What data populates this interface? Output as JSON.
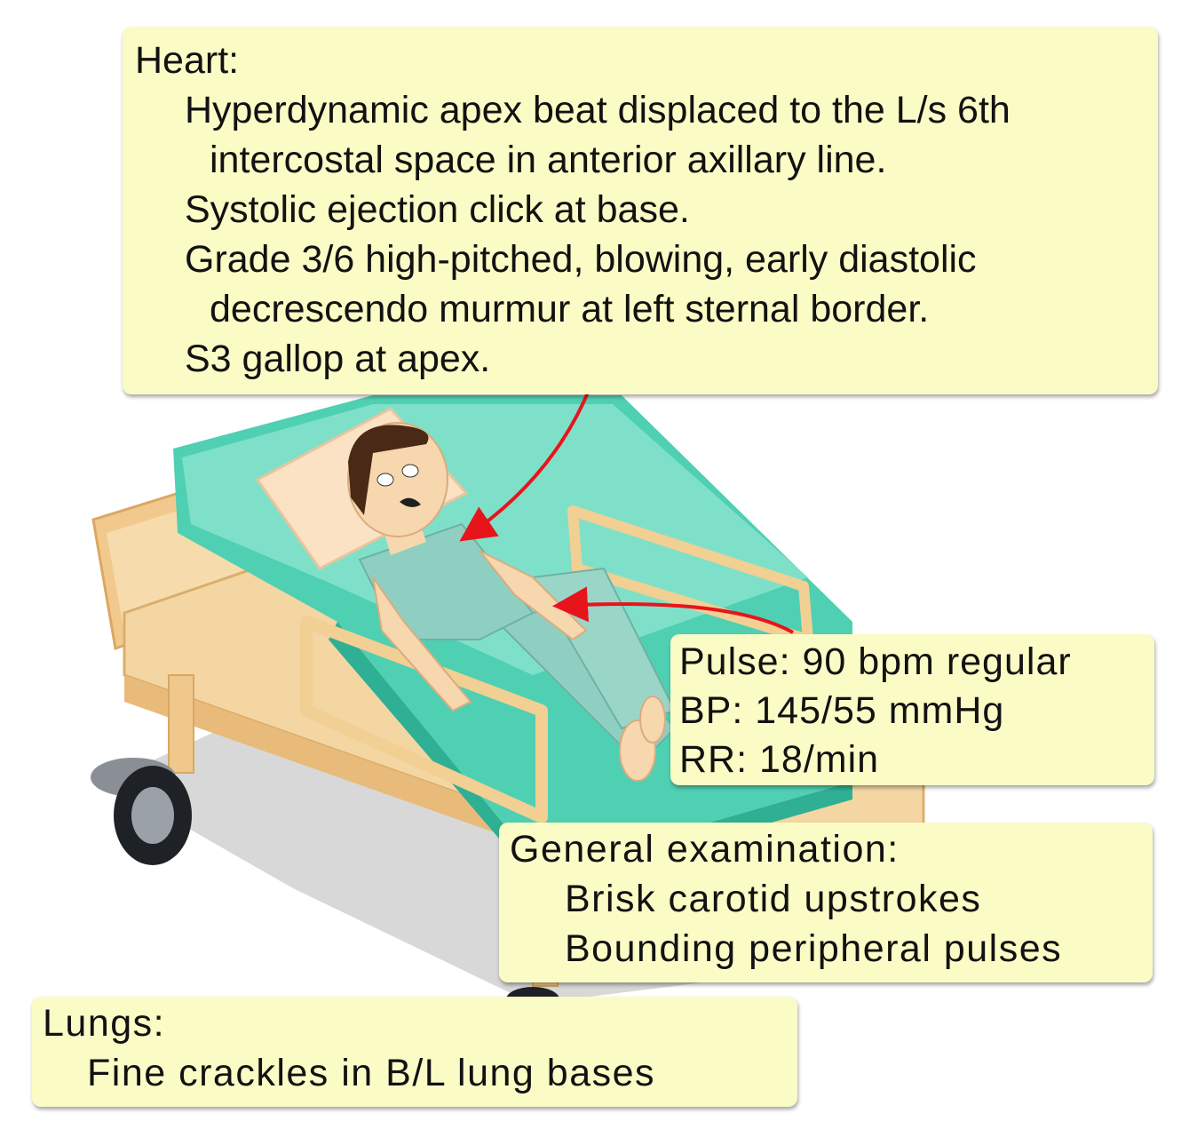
{
  "heart": {
    "title": "Heart:",
    "lines": [
      "Hyperdynamic apex beat displaced to the L/s 6th",
      "intercostal space in anterior axillary line.",
      "Systolic ejection click at base.",
      "Grade 3/6 high-pitched, blowing, early diastolic",
      "decrescendo murmur at left sternal border.",
      "S3 gallop at apex."
    ]
  },
  "vitals": {
    "pulse": "Pulse: 90 bpm regular",
    "bp": "BP: 145/55 mmHg",
    "rr": "RR: 18/min"
  },
  "general": {
    "title": "General examination:",
    "lines": [
      "Brisk carotid upstrokes",
      "Bounding peripheral pulses"
    ]
  },
  "lungs": {
    "title": "Lungs:",
    "lines": [
      "Fine crackles in B/L lung bases"
    ]
  },
  "colors": {
    "note_bg": "#fbfbc6",
    "arrow": "#e8141c",
    "mattress": "#4fd0b2",
    "bed_frame": "#f1d29e",
    "gown": "#8fcfc1"
  },
  "icons": [
    "hospital-bed-illustration",
    "patient-figure",
    "red-pointer-arrow"
  ]
}
